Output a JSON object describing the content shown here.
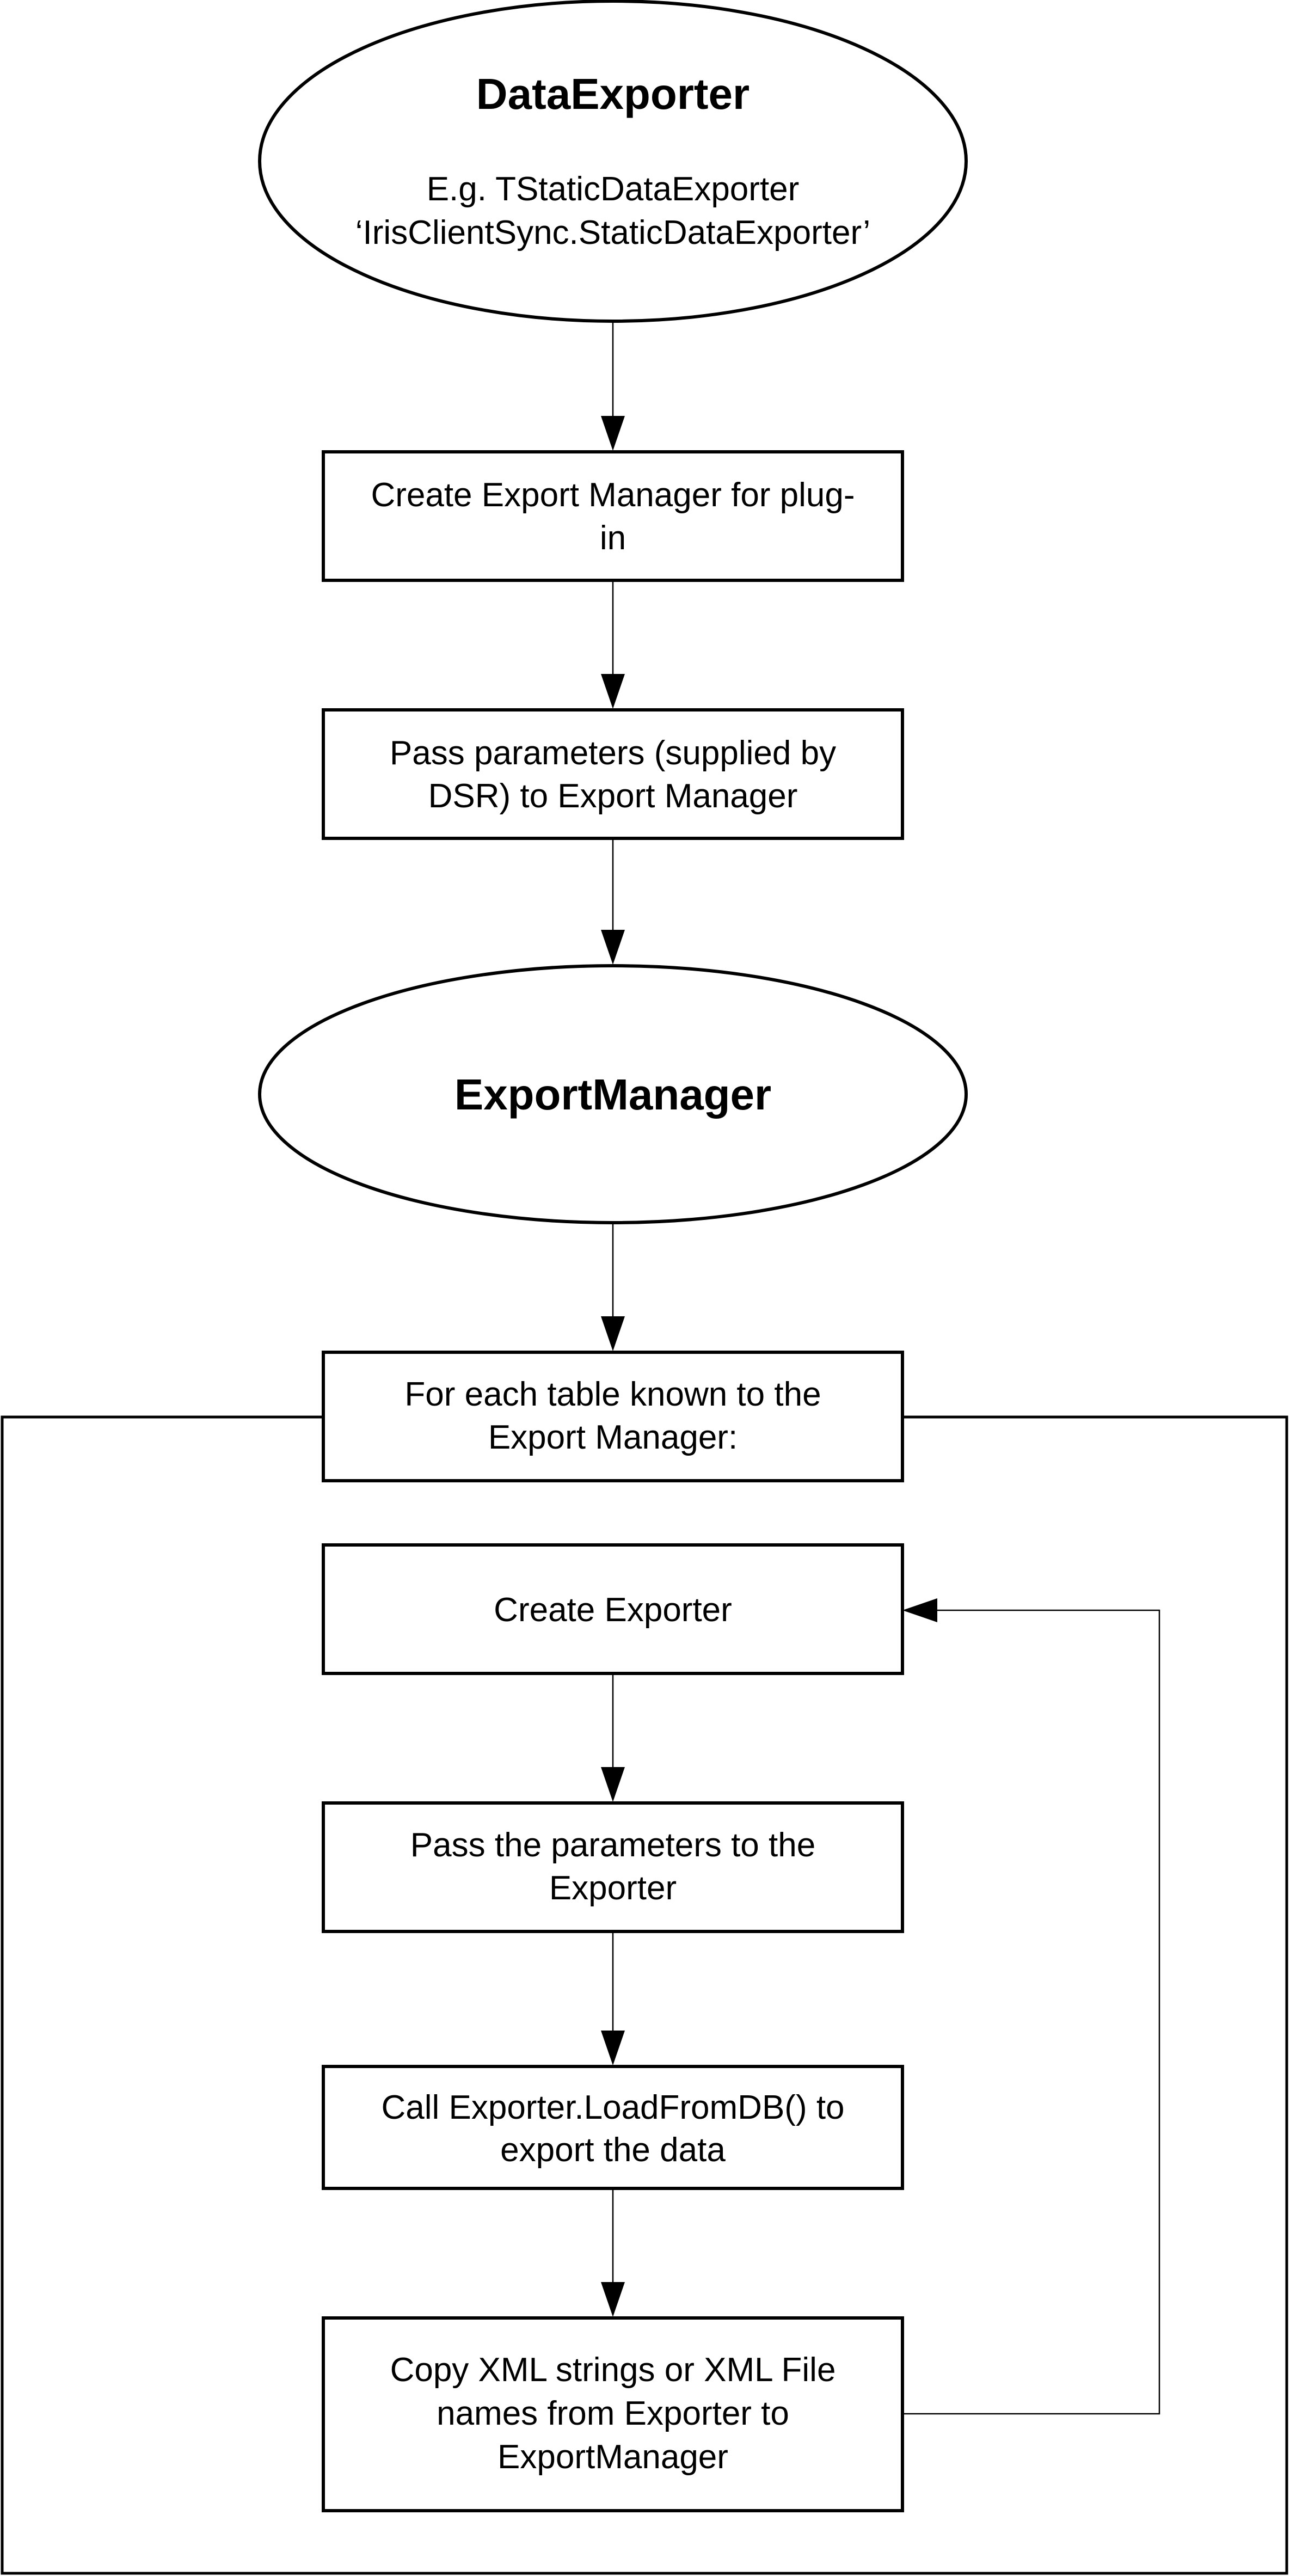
{
  "diagram": {
    "type": "flowchart",
    "nodes": {
      "data_exporter": {
        "title": "DataExporter",
        "line1": "E.g. TStaticDataExporter",
        "line2": "‘IrisClientSync.StaticDataExporter’"
      },
      "create_export_manager": {
        "line1": "Create Export Manager for plug-",
        "line2": "in"
      },
      "pass_parameters": {
        "line1": "Pass parameters (supplied by",
        "line2": "DSR) to Export Manager"
      },
      "export_manager": {
        "title": "ExportManager"
      },
      "for_each_table": {
        "line1": "For each table known to the",
        "line2": "Export Manager:"
      },
      "create_exporter": {
        "line1": "Create Exporter"
      },
      "pass_parameters_exporter": {
        "line1": "Pass the parameters to the",
        "line2": "Exporter"
      },
      "call_load": {
        "line1": "Call Exporter.LoadFromDB() to",
        "line2": "export the data"
      },
      "copy_xml": {
        "line1": "Copy XML strings or XML File",
        "line2": "names from Exporter to",
        "line3": "ExportManager"
      }
    },
    "edges": [
      {
        "from": "data_exporter",
        "to": "create_export_manager"
      },
      {
        "from": "create_export_manager",
        "to": "pass_parameters"
      },
      {
        "from": "pass_parameters",
        "to": "export_manager"
      },
      {
        "from": "export_manager",
        "to": "for_each_table"
      },
      {
        "from": "create_exporter",
        "to": "pass_parameters_exporter"
      },
      {
        "from": "pass_parameters_exporter",
        "to": "call_load"
      },
      {
        "from": "call_load",
        "to": "copy_xml"
      },
      {
        "from": "copy_xml",
        "to": "create_exporter",
        "kind": "loop-back"
      }
    ]
  }
}
